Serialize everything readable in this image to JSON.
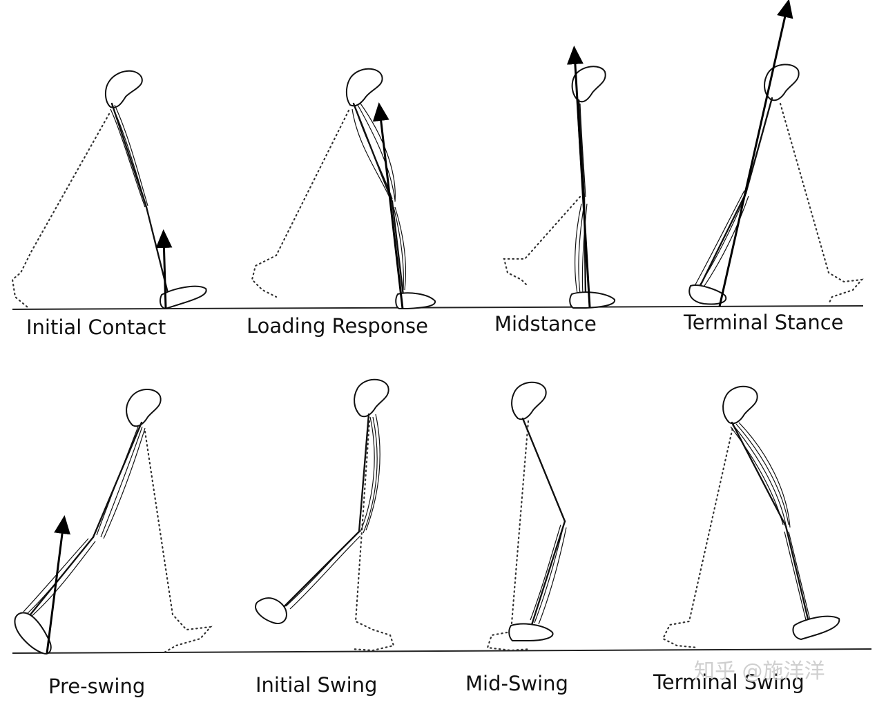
{
  "phases": {
    "initial_contact": "Initial Contact",
    "loading_response": "Loading Response",
    "midstance": "Midstance",
    "terminal_stance": "Terminal Stance",
    "pre_swing": "Pre-swing",
    "initial_swing": "Initial Swing",
    "mid_swing": "Mid-Swing",
    "terminal_swing": "Terminal Swing"
  },
  "watermark": "知乎 @施洋洋",
  "colors": {
    "ink": "#111111",
    "background": "#ffffff",
    "watermark": "#cfcfcf"
  }
}
